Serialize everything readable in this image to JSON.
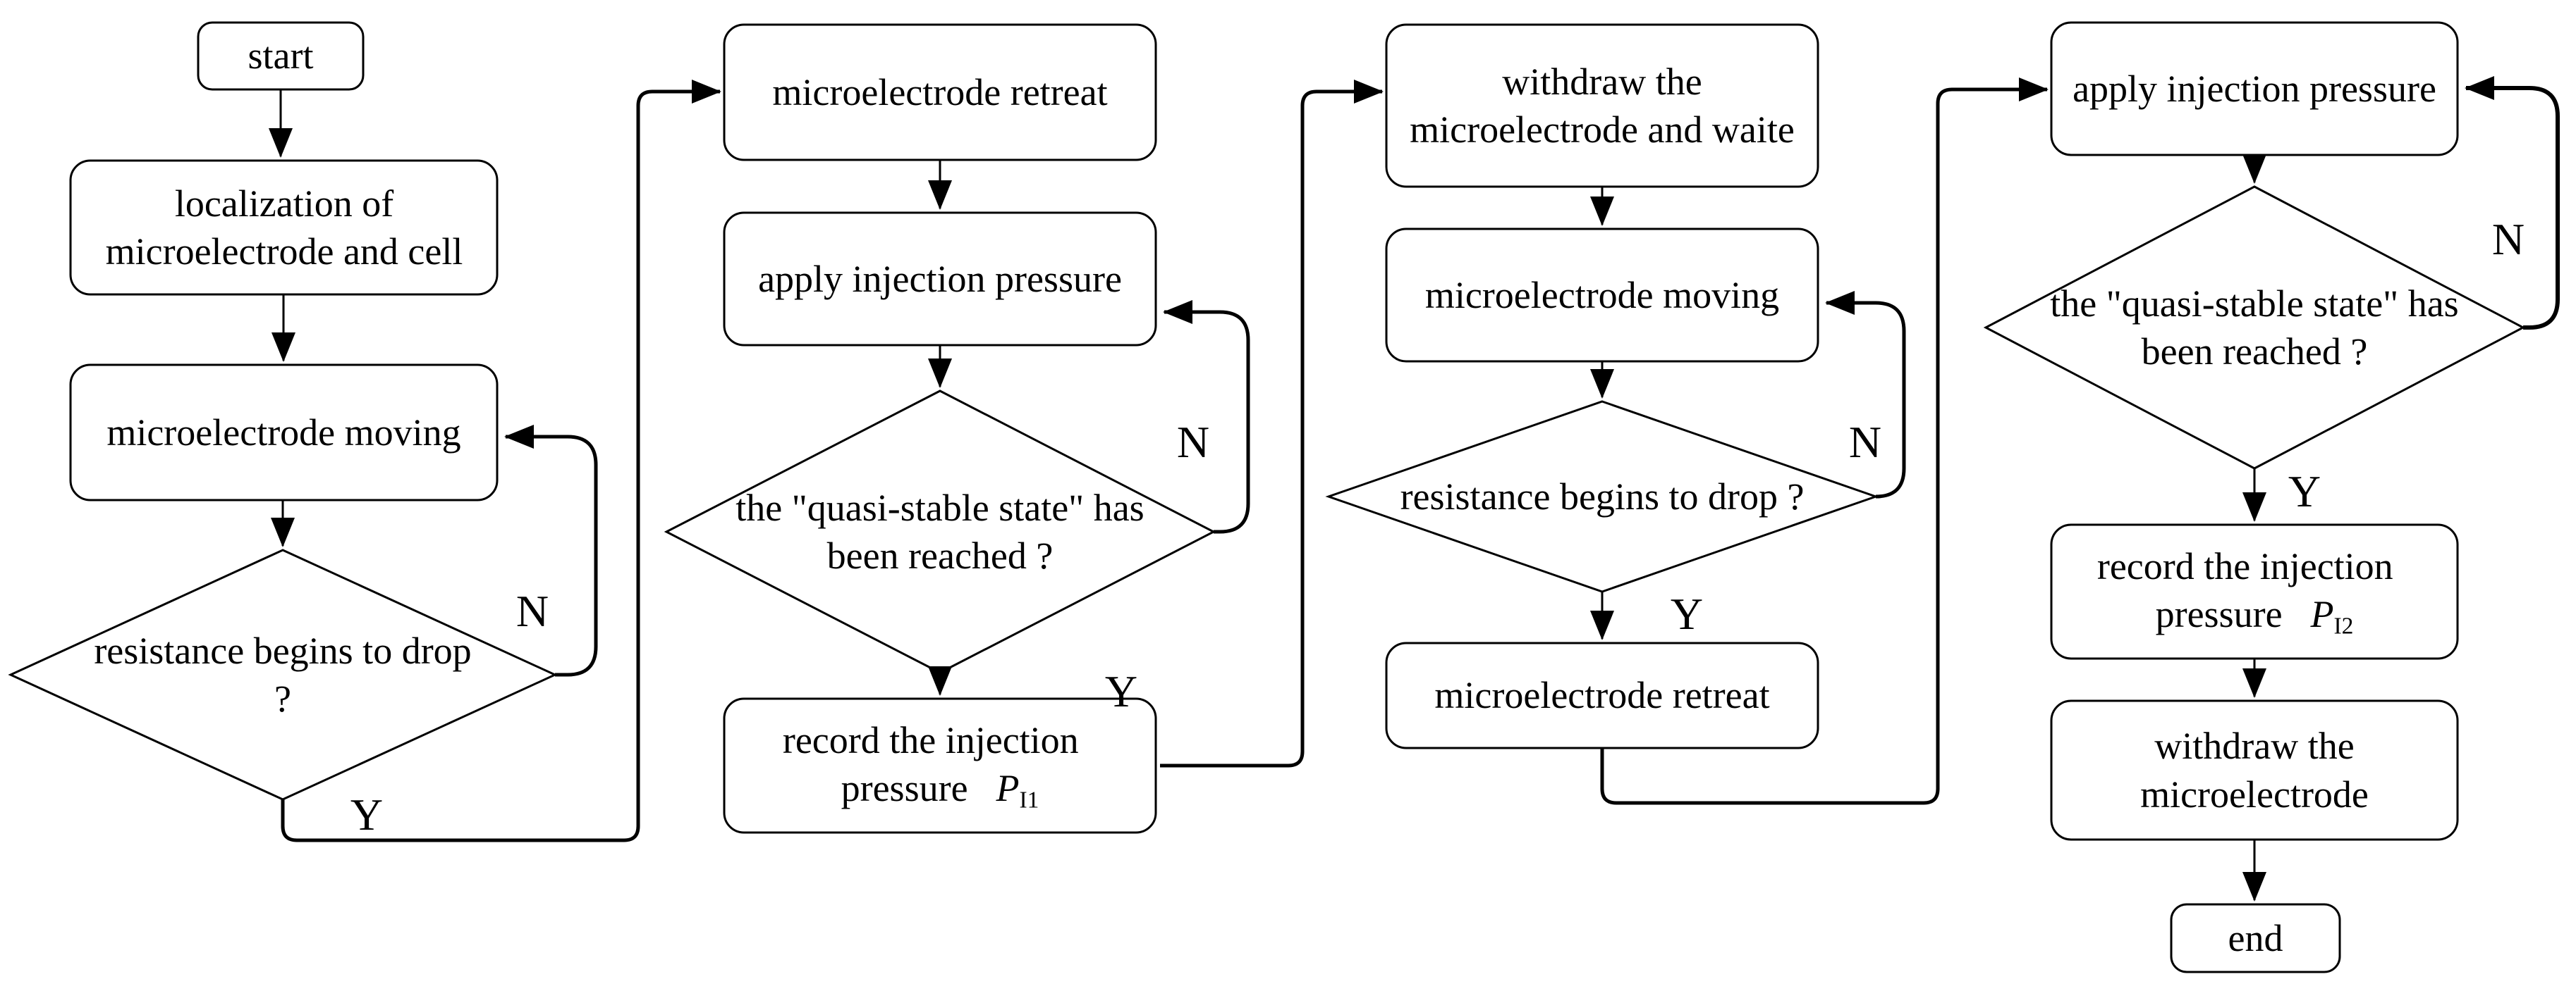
{
  "colors": {
    "line": "#000000",
    "background": "#ffffff",
    "text": "#000000"
  },
  "labels": {
    "yes": "Y",
    "no": "N"
  },
  "nodes": {
    "start": "start",
    "localization": "localization of microelectrode and cell",
    "moving1": "microelectrode moving",
    "resistance1": "resistance begins to drop ?",
    "retreat1": "microelectrode retreat",
    "apply1": "apply injection pressure",
    "quasi1": "the \"quasi-stable state\" has been reached ?",
    "record_prefix": "record the injection",
    "record_pressure_word": "pressure",
    "pressure_symbol": "P",
    "record1_subscript": "I1",
    "record2_subscript": "I2",
    "withdraw_wait": "withdraw the microelectrode and waite",
    "moving2": "microelectrode moving",
    "resistance2": "resistance begins to drop ?",
    "retreat2": "microelectrode retreat",
    "apply2": "apply injection pressure",
    "quasi2": "the \"quasi-stable state\" has been reached ?",
    "withdraw_end": "withdraw the microelectrode",
    "end": "end"
  },
  "edges": [
    {
      "from": "start",
      "to": "localization"
    },
    {
      "from": "localization",
      "to": "moving1"
    },
    {
      "from": "moving1",
      "to": "resistance1"
    },
    {
      "from": "resistance1",
      "to": "moving1",
      "label": "N"
    },
    {
      "from": "resistance1",
      "to": "retreat1",
      "label": "Y"
    },
    {
      "from": "retreat1",
      "to": "apply1"
    },
    {
      "from": "apply1",
      "to": "quasi1"
    },
    {
      "from": "quasi1",
      "to": "apply1",
      "label": "N"
    },
    {
      "from": "quasi1",
      "to": "record1",
      "label": "Y"
    },
    {
      "from": "record1",
      "to": "withdraw_wait"
    },
    {
      "from": "withdraw_wait",
      "to": "moving2"
    },
    {
      "from": "moving2",
      "to": "resistance2"
    },
    {
      "from": "resistance2",
      "to": "moving2",
      "label": "N"
    },
    {
      "from": "resistance2",
      "to": "retreat2",
      "label": "Y"
    },
    {
      "from": "retreat2",
      "to": "apply2"
    },
    {
      "from": "apply2",
      "to": "quasi2"
    },
    {
      "from": "quasi2",
      "to": "apply2",
      "label": "N"
    },
    {
      "from": "quasi2",
      "to": "record2",
      "label": "Y"
    },
    {
      "from": "record2",
      "to": "withdraw_end"
    },
    {
      "from": "withdraw_end",
      "to": "end"
    }
  ]
}
